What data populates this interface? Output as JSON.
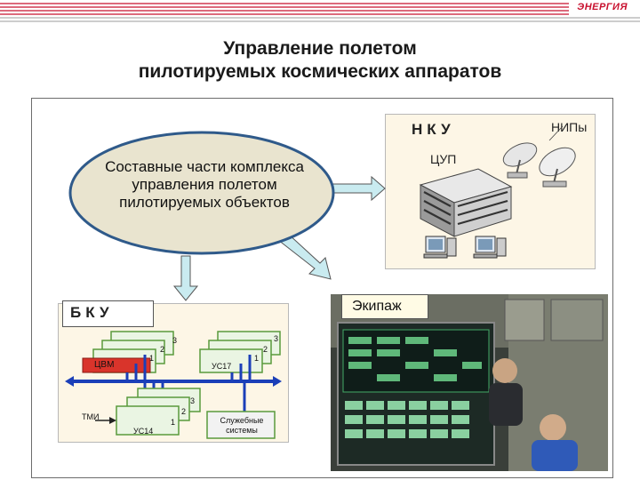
{
  "header": {
    "logo_text": "ЭНЕРГИЯ",
    "title_line1": "Управление полетом",
    "title_line2": "пилотируемых космических аппаратов"
  },
  "nku": {
    "label": "НКУ",
    "nipy_label": "НИПы",
    "cup_label": "ЦУП"
  },
  "components": {
    "text": "Составные части комплекса управления полетом пилотируемых объектов"
  },
  "bku": {
    "label": "БКУ",
    "cvm_label": "ЦВМ",
    "us17_label": "УС17",
    "us14_label": "УС14",
    "tmi_label": "ТМИ",
    "service_label": "Служебные системы",
    "stack_numbers": [
      "1",
      "2",
      "3"
    ]
  },
  "crew": {
    "label": "Экипаж"
  },
  "colors": {
    "panel_bg": "#fdf6e6",
    "ellipse_fill": "#e9e4cf",
    "ellipse_stroke": "#2f5a8a",
    "arrow_fill": "#c9ebf0",
    "bus_blue": "#1b3fb8",
    "card_green": "#5a9a3c",
    "cvm_red": "#d9342b",
    "logo_red": "#c8102e"
  }
}
